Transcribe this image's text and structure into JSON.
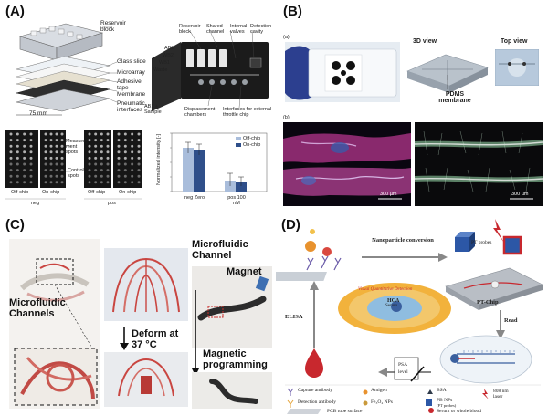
{
  "panels": {
    "A": {
      "label": "(A)",
      "exploded_labels": [
        "Reservoir block",
        "Glass slide",
        "Microarray",
        "Adhesive tape",
        "Membrane",
        "Pneumatic interfaces"
      ],
      "dimension": "75 mm",
      "chip_labels": [
        "Reservoir block",
        "Shared channel",
        "Internal valves",
        "Detection cavity",
        "AB2",
        "WB2",
        "WB1",
        "Waste",
        "AB1 + Sample",
        "Displacement chambers",
        "Interfaces for external throttle chip"
      ],
      "array_side_labels": [
        "Measure-ment spots",
        "Control spots"
      ],
      "array_bottom_labels": [
        "Off-chip",
        "On-chip",
        "Off-chip",
        "On-chip"
      ],
      "array_group_labels": [
        "neg",
        "pos"
      ],
      "bar_chart": {
        "ylabel": "Normalized intensity [-]",
        "legend": [
          "Off-chip",
          "On-chip"
        ],
        "groups": [
          "neg Zero",
          "pos 100 nM"
        ]
      }
    },
    "B": {
      "label": "(B)",
      "sub_a": "(a)",
      "sub_b": "(b)",
      "view_3d": "3D view",
      "view_top": "Top view",
      "pdms": "PDMS membrane",
      "scale1": "300 µm",
      "scale2": "300 µm"
    },
    "C": {
      "label": "(C)",
      "channels_text": "Microfluidic Channels",
      "deform_text": "Deform at 37 °C",
      "channel_text": "Microfluidic Channel",
      "magnet_text": "Magnet",
      "programming_text": "Magnetic programming"
    },
    "D": {
      "label": "(D)",
      "np_conversion": "Nanoparticle conversion",
      "pt_probes": "PT probes",
      "visual_text": "Visual Quantitative Detection",
      "hca": "HCA",
      "serum": "Serum",
      "elisa": "ELISA",
      "ptchip": "PT-Chip",
      "read": "Read",
      "psa": "PSA level",
      "legend": {
        "capture": "Capture antibody",
        "antigen": "Antigen",
        "bsa": "BSA",
        "laser": "808 nm laser",
        "detection": "Detection antibody",
        "fe3o4": "Fe₃O₄ NPs",
        "pb": "PB NPs",
        "pb_sub": "(PT probes)",
        "pcb": "PCB tube surface",
        "blood": "Serum or whole blood"
      }
    }
  },
  "colors": {
    "red": "#c8282e",
    "blue": "#3a5f9e",
    "darkblue": "#1e3f7a",
    "lightblue": "#9fb3d6",
    "orange": "#e8a13a"
  }
}
